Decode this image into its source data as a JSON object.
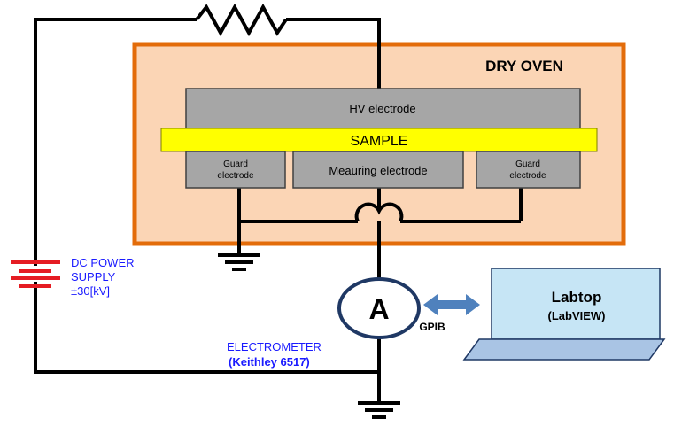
{
  "oven": {
    "label": "DRY OVEN",
    "color": "#e36c0a",
    "fill": "#fbd5b5"
  },
  "hv_electrode": {
    "label": "HV electrode"
  },
  "sample": {
    "label": "SAMPLE",
    "color": "#ffff00"
  },
  "guard_left": {
    "line1": "Guard",
    "line2": "electrode"
  },
  "measuring_electrode": {
    "label": "Meauring electrode"
  },
  "guard_right": {
    "line1": "Guard",
    "line2": "electrode"
  },
  "power_supply": {
    "line1": "DC POWER",
    "line2": "SUPPLY",
    "line3": "±30[kV]",
    "color": "#e51c23",
    "text_color": "#1a1aff"
  },
  "ammeter": {
    "symbol": "A",
    "color": "#1f3864"
  },
  "gpib": {
    "label": "GPIB",
    "arrow_color": "#4f81bd"
  },
  "laptop": {
    "title": "Labtop",
    "subtitle": "(LabVIEW)",
    "screen_color": "#c6e5f5",
    "base_color": "#a9c4e4"
  },
  "electrometer": {
    "line1": "ELECTROMETER",
    "line2": "(Keithley 6517)",
    "color": "#1a1aff"
  },
  "electrode_fill": "#a6a6a6"
}
